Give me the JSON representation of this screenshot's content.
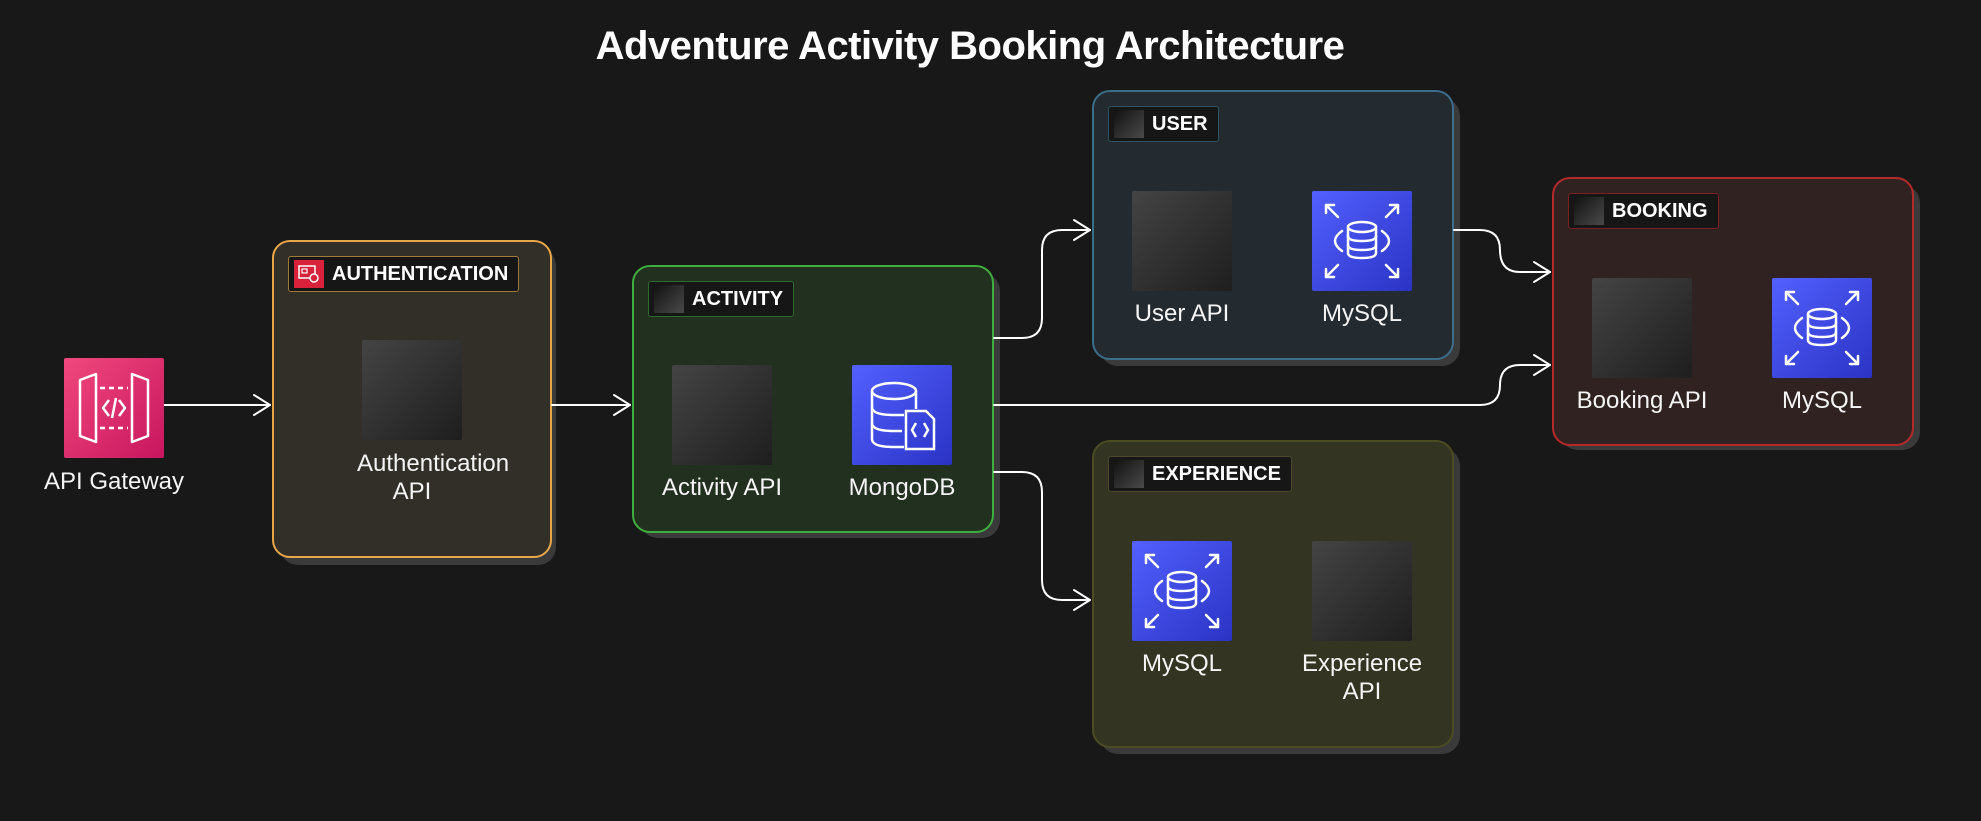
{
  "title": "Adventure Activity Booking Architecture",
  "nodes": {
    "api_gateway": "API Gateway",
    "auth_api": "Authentication API",
    "activity_api": "Activity API",
    "mongodb": "MongoDB",
    "user_api": "User API",
    "user_mysql": "MySQL",
    "booking_api": "Booking API",
    "booking_mysql": "MySQL",
    "experience_mysql": "MySQL",
    "experience_api": "Experience API"
  },
  "groups": {
    "authentication": "AUTHENTICATION",
    "activity": "ACTIVITY",
    "user": "USER",
    "booking": "BOOKING",
    "experience": "EXPERIENCE"
  },
  "colors": {
    "background": "#181818",
    "authentication": "#e8a64a",
    "activity": "#3fae3f",
    "user": "#3c6e88",
    "booking": "#b32a2a",
    "experience": "#4c4c22",
    "database": "#3b46e6",
    "gateway": "#e0296e",
    "edge": "#ffffff"
  },
  "edges": [
    {
      "from": "api_gateway",
      "to": "authentication"
    },
    {
      "from": "authentication",
      "to": "activity"
    },
    {
      "from": "activity",
      "to": "user"
    },
    {
      "from": "activity",
      "to": "booking"
    },
    {
      "from": "activity",
      "to": "experience"
    },
    {
      "from": "user",
      "to": "booking"
    }
  ]
}
